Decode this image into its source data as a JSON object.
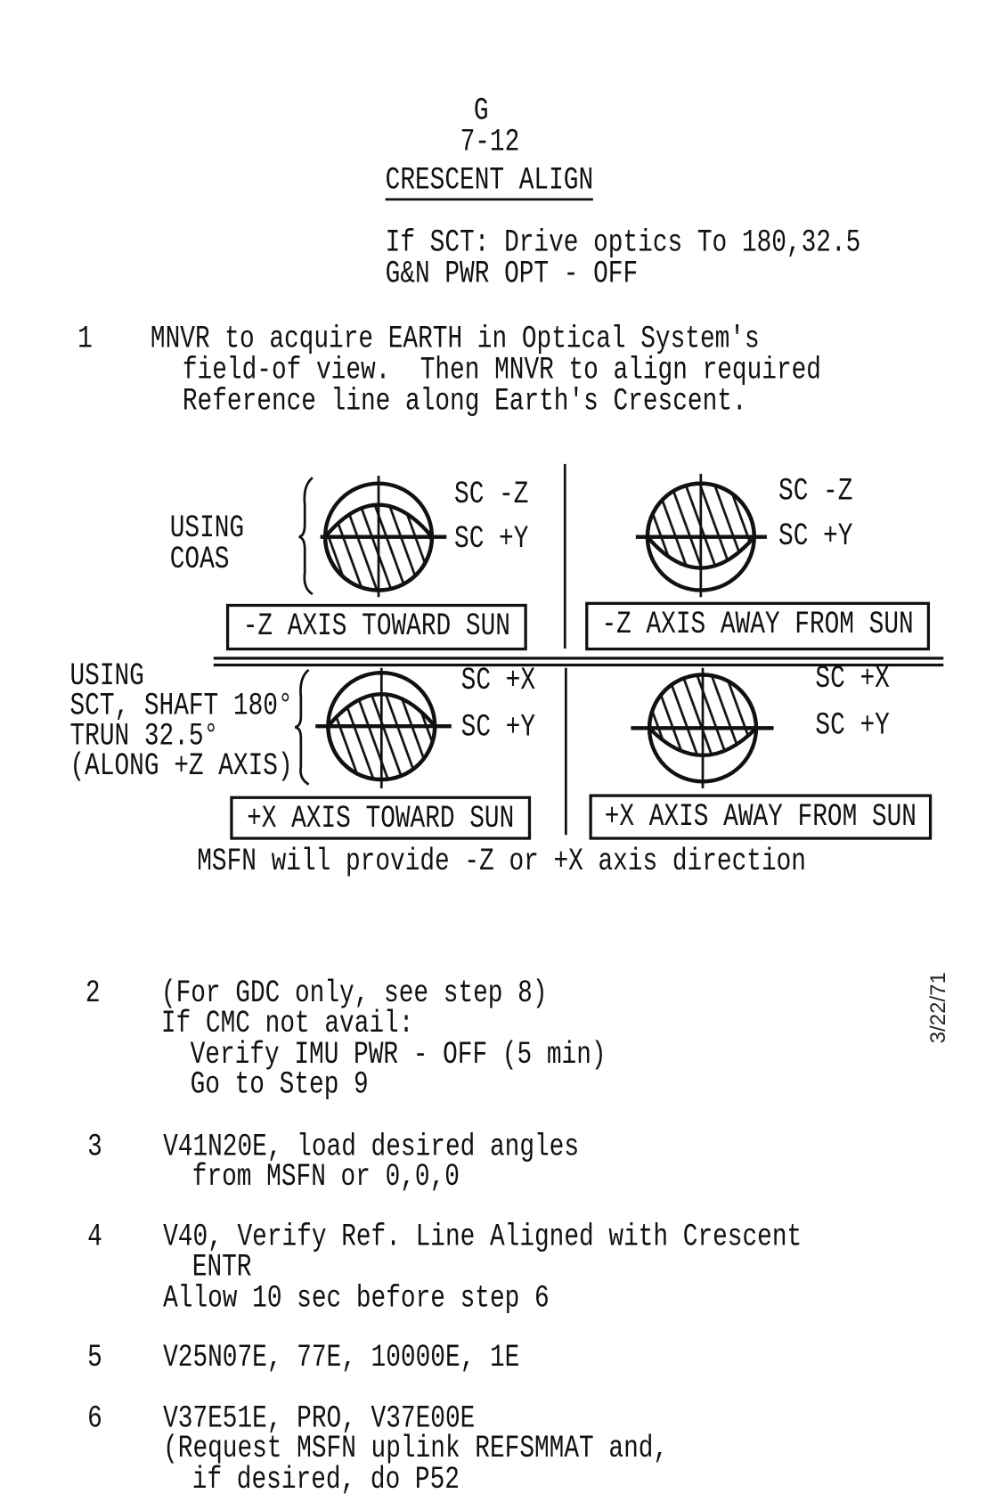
{
  "header": {
    "section": "G",
    "page": "7-12",
    "title": "CRESCENT ALIGN"
  },
  "intro": [
    "If SCT: Drive optics To 180,32.5",
    "G&N PWR OPT - OFF"
  ],
  "step1": {
    "num": "1",
    "lines": [
      "MNVR to acquire EARTH in Optical System's",
      "field-of view.  Then MNVR to align required",
      "Reference line along Earth's Crescent."
    ]
  },
  "diagram": {
    "coas_label": [
      "USING",
      "COAS"
    ],
    "sct_label": [
      "USING",
      "SCT, SHAFT 180°",
      "TRUN 32.5°",
      "(ALONG +Z AXIS)"
    ],
    "tl": {
      "a": "SC -Z",
      "b": "SC +Y",
      "caption": "-Z AXIS TOWARD SUN"
    },
    "tr": {
      "a": "SC -Z",
      "b": "SC +Y",
      "caption": "-Z AXIS AWAY FROM SUN"
    },
    "bl": {
      "a": "SC +X",
      "b": "SC +Y",
      "caption": "+X AXIS TOWARD SUN"
    },
    "br": {
      "a": "SC +X",
      "b": "SC +Y",
      "caption": "+X AXIS AWAY FROM SUN"
    },
    "note": "MSFN will provide -Z or +X axis direction"
  },
  "steps": [
    {
      "num": "2",
      "lines": [
        "(For GDC only, see step 8)",
        "If CMC not avail:",
        "Verify IMU PWR - OFF (5 min)",
        "Go to Step 9"
      ]
    },
    {
      "num": "3",
      "lines": [
        "V41N20E, load desired angles",
        "from MSFN or 0,0,0"
      ]
    },
    {
      "num": "4",
      "lines": [
        "V40, Verify Ref. Line Aligned with Crescent",
        "ENTR",
        "Allow 10 sec before step 6"
      ]
    },
    {
      "num": "5",
      "lines": [
        "V25N07E, 77E, 10000E, 1E"
      ]
    },
    {
      "num": "6",
      "lines": [
        "V37E51E, PRO, V37E00E",
        "(Request MSFN uplink REFSMMAT and,",
        "if desired, do P52"
      ]
    }
  ],
  "margin_date": "3/22/71"
}
